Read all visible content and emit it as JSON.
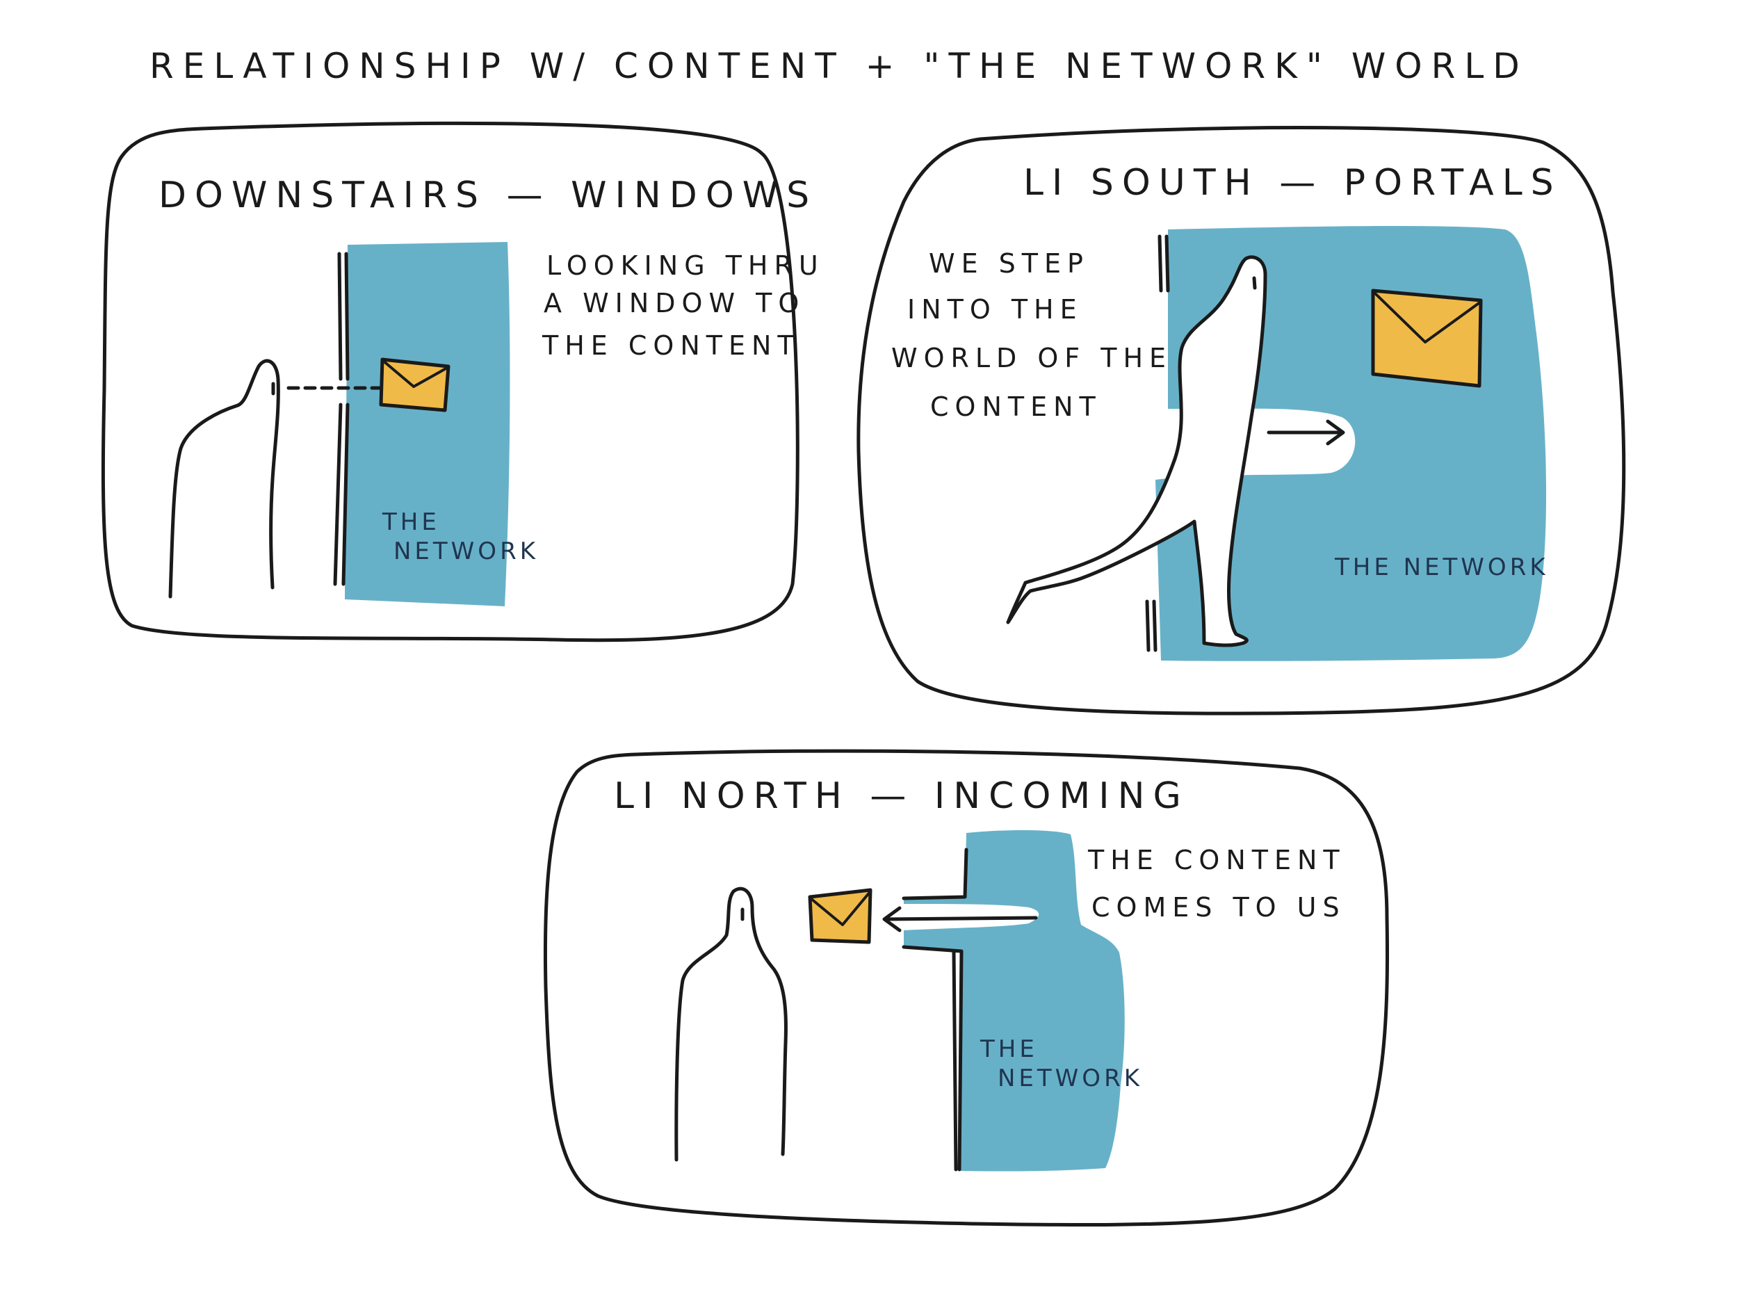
{
  "title": "RELATIONSHIP W/ CONTENT + \"THE NETWORK\" WORLD",
  "colors": {
    "network_blue": "#67b1c8",
    "envelope_yellow": "#f0ba48",
    "ink": "#1a1a1a"
  },
  "icons": [
    "person-figure",
    "envelope-icon",
    "arrow-icon",
    "doorway-frame"
  ],
  "panels": {
    "downstairs": {
      "title": "DOWNSTAIRS — WINDOWS",
      "note_lines": [
        "LOOKING THRU",
        "A WINDOW TO",
        "THE CONTENT"
      ],
      "network_lines": [
        "THE",
        "NETWORK"
      ]
    },
    "li_south": {
      "title": "LI SOUTH — PORTALS",
      "note_lines": [
        "WE STEP",
        "INTO THE",
        "WORLD OF THE",
        "CONTENT"
      ],
      "network_lines": [
        "THE NETWORK"
      ]
    },
    "li_north": {
      "title": "LI NORTH — INCOMING",
      "note_lines": [
        "THE CONTENT",
        "COMES TO US"
      ],
      "network_lines": [
        "THE",
        "NETWORK"
      ]
    }
  }
}
